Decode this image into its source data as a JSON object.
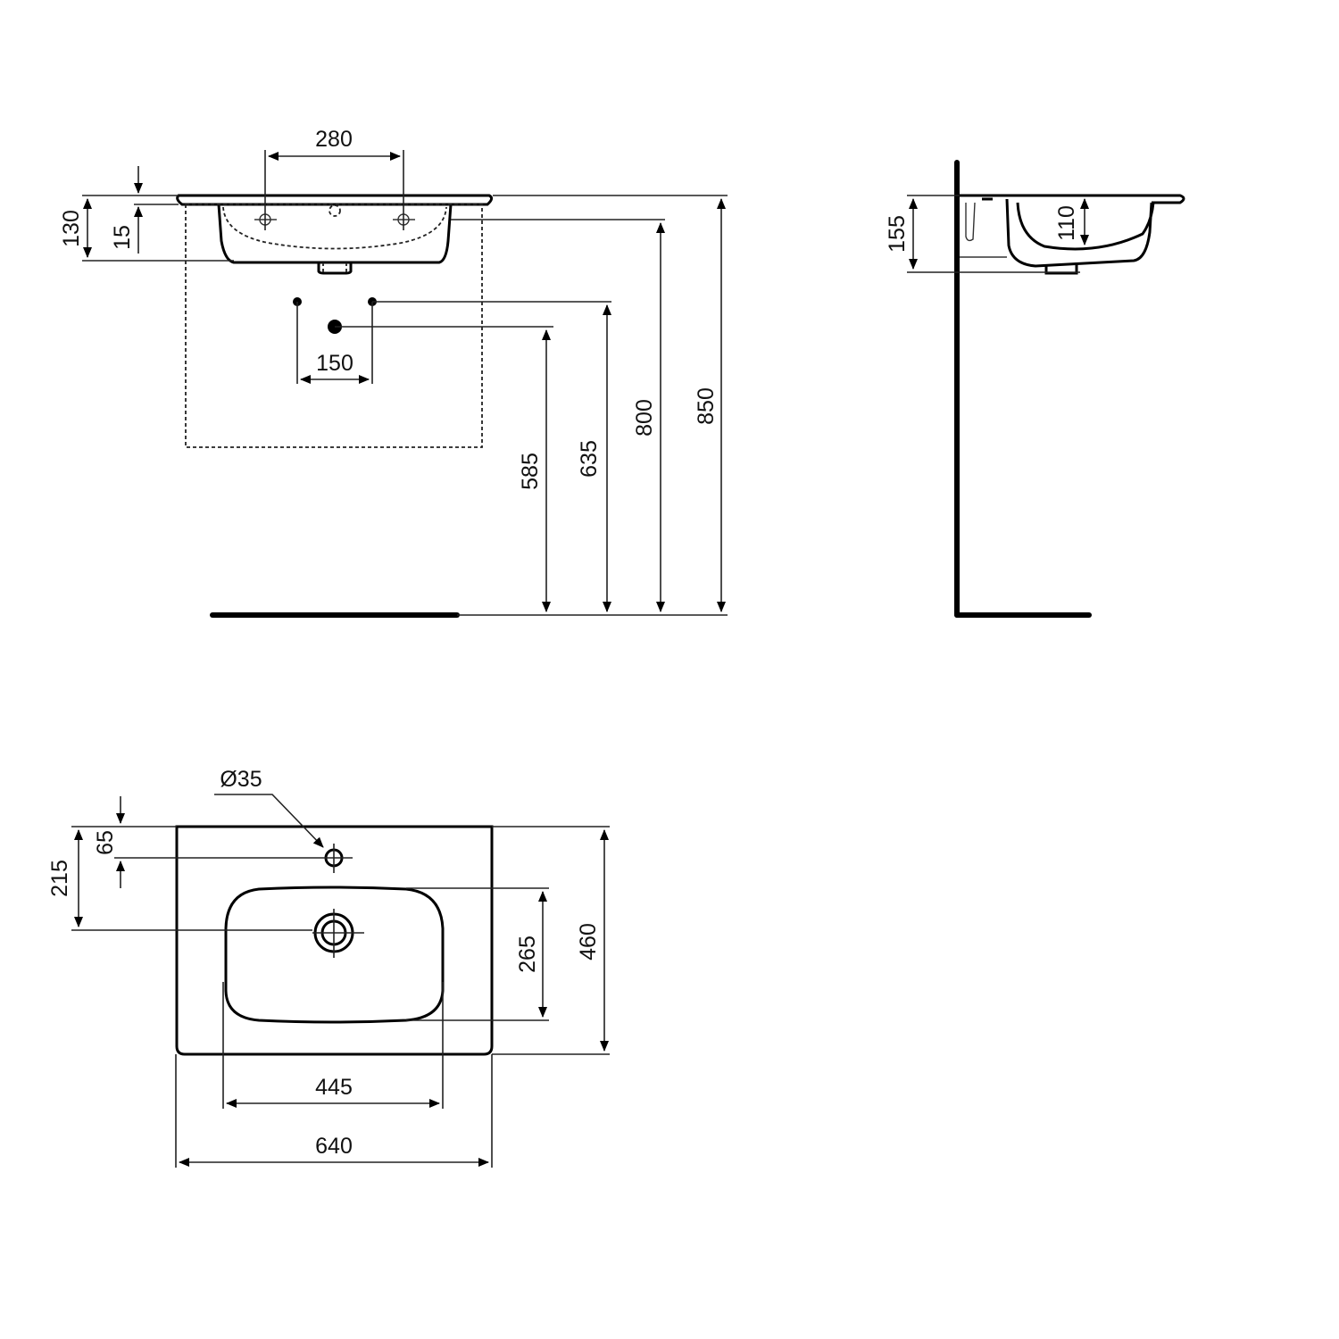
{
  "drawing": {
    "title": "Vanity washbasin technical drawing",
    "units": "mm",
    "colors": {
      "line": "#000000",
      "background": "#ffffff"
    }
  },
  "front_view": {
    "tap_hole_spacing": "280",
    "basin_height": "130",
    "rim_thickness": "15",
    "wall_connection_spacing": "150",
    "waste_height": "585",
    "supply_height": "635",
    "basin_top_of_bowl_height": "800",
    "rim_height": "850"
  },
  "side_view": {
    "overall_depth_height": "155",
    "bowl_depth": "110"
  },
  "top_view": {
    "tap_hole_diameter": "Ø35",
    "tap_hole_from_back": "65",
    "waste_from_back": "215",
    "bowl_depth": "265",
    "overall_depth": "460",
    "bowl_width": "445",
    "overall_width": "640"
  }
}
